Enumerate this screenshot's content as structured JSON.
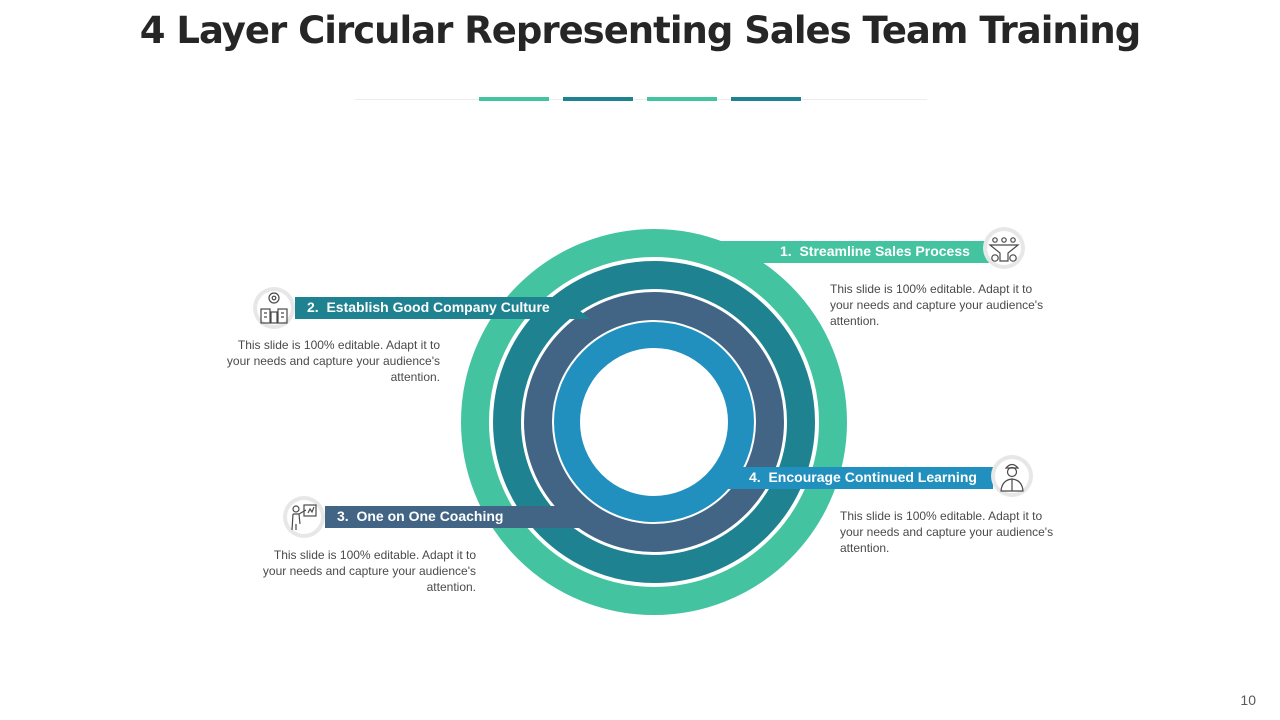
{
  "title": "4 Layer Circular Representing Sales Team Training",
  "page_number": "10",
  "colors": {
    "layer1": "#44c3a0",
    "layer2": "#1f8290",
    "layer3": "#426586",
    "layer4": "#2190be"
  },
  "items": [
    {
      "number": "1.",
      "label": "Streamline Sales Process",
      "description": "This slide is 100% editable. Adapt it to your needs and capture your audience's attention.",
      "icon": "sales-funnel-icon"
    },
    {
      "number": "2.",
      "label": "Establish Good Company Culture",
      "description": "This slide is 100% editable. Adapt it to your needs and capture your audience's attention.",
      "icon": "company-culture-icon"
    },
    {
      "number": "3.",
      "label": "One on One Coaching",
      "description": "This slide is 100% editable. Adapt it to your needs and capture your audience's attention.",
      "icon": "coaching-presentation-icon"
    },
    {
      "number": "4.",
      "label": "Encourage Continued Learning",
      "description": "This slide is 100% editable. Adapt it to your needs and capture your audience's attention.",
      "icon": "learner-person-icon"
    }
  ]
}
